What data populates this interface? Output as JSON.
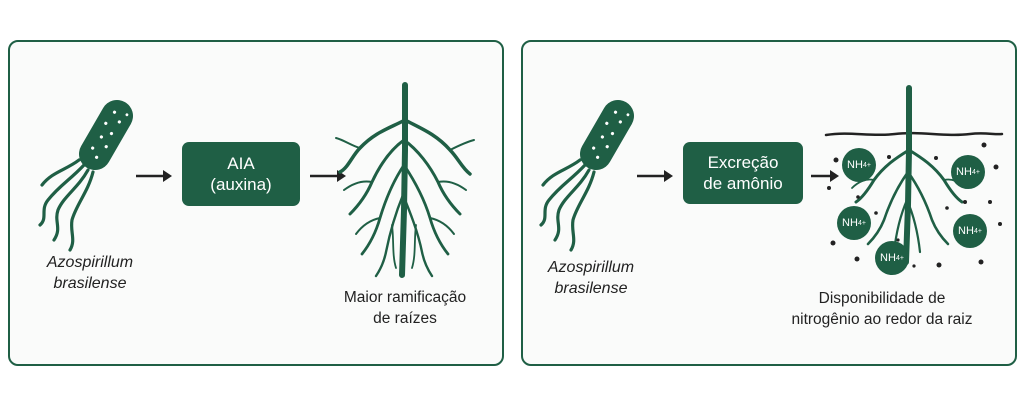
{
  "left_panel": {
    "organism_line1": "Azospirillum",
    "organism_line2": "brasilense",
    "box_line1": "AIA",
    "box_line2": "(auxina)",
    "result_line1": "Maior ramificação",
    "result_line2": "de raízes"
  },
  "right_panel": {
    "organism_line1": "Azospirillum",
    "organism_line2": "brasilense",
    "box_line1": "Excreção",
    "box_line2": "de amônio",
    "ion_base": "NH",
    "ion_sub": "4",
    "ion_sup": "+",
    "result_line1": "Disponibilidade de",
    "result_line2": "nitrogênio ao redor da raiz"
  },
  "colors": {
    "primary": "#1f5f45",
    "text": "#222222"
  },
  "icons": [
    "bacterium-icon",
    "arrow-right-icon",
    "root-icon",
    "ammonium-ion-icon"
  ]
}
